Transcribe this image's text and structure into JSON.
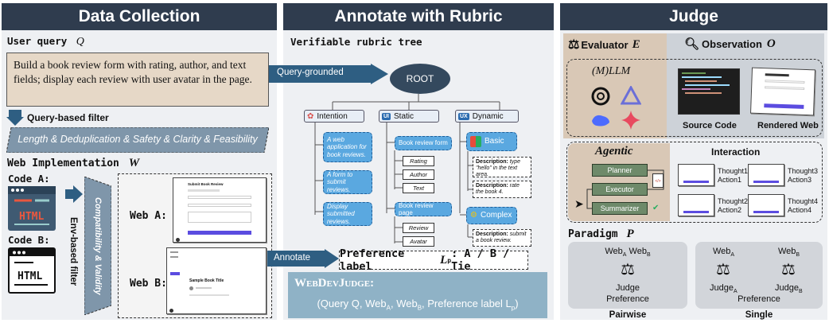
{
  "collection": {
    "title": "Data Collection",
    "user_query_label": "User query",
    "user_query_symbol": "Q",
    "query_text": "Build a book review form with rating, author, and text fields; display each review with user avatar in the page.",
    "filter_label": "Query-based filter",
    "filter_text": "Length & Deduplication & Safety & Clarity & Feasibility",
    "web_impl_label": "Web Implementation",
    "web_impl_symbol": "W",
    "code_a": "Code A:",
    "code_b": "Code B:",
    "env_filter": "Env-based filter",
    "compat": "Compatibility & Validity",
    "web_a": "Web A:",
    "web_b": "Web B:",
    "web_a_thumb_title": "Submit Book Review",
    "web_b_thumb_title": "Sample Book Title"
  },
  "rubric": {
    "title": "Annotate with Rubric",
    "subtitle": "Verifiable rubric tree",
    "query_grounded": "Query-grounded",
    "root": "ROOT",
    "intention": "Intention",
    "static": "Static",
    "dynamic": "Dynamic",
    "int_items": [
      "A web application for book reviews.",
      "A form to submit reviews.",
      "Display submitted reviews."
    ],
    "static_form": "Book review form",
    "static_form_leaves": [
      "Rating",
      "Author",
      "Text"
    ],
    "static_page": "Book review page",
    "static_page_leaves": [
      "Review",
      "Avatar"
    ],
    "basic": "Basic",
    "complex": "Complex",
    "desc_label": "Description:",
    "desc1": "type \"hello\" in the text area.",
    "desc2": "rate the book 4.",
    "desc3": "submit a book review.",
    "annotate": "Annotate",
    "pref_label": "Preference label",
    "pref_symbol": "L",
    "pref_sub": "p",
    "pref_values": ": A / B / Tie",
    "webdev": "WebDevJudge:",
    "tuple": "(Query Q, Web",
    "tuple_sub_a": "A",
    "tuple_mid": ", Web",
    "tuple_sub_b": "B",
    "tuple_end": ", Preference label L",
    "tuple_sub_p": "p",
    "tuple_close": ")"
  },
  "judge": {
    "title": "Judge",
    "evaluator": "Evaluator",
    "evaluator_symbol": "E",
    "observation": "Observation",
    "observation_symbol": "O",
    "mllm": "(M)LLM",
    "source_code": "Source Code",
    "rendered_web": "Rendered Web",
    "agentic": "Agentic",
    "interaction": "Interaction",
    "planner": "Planner",
    "executor": "Executor",
    "summarizer": "Summarizer",
    "thoughts": [
      "Thought1",
      "Thought2",
      "Thought3",
      "Thought4"
    ],
    "actions": [
      "Action1",
      "Action2",
      "Action3",
      "Action4"
    ],
    "paradigm": "Paradigm",
    "paradigm_symbol": "P",
    "web": "Web",
    "sub_a": "A",
    "sub_b": "B",
    "judge_word": "Judge",
    "preference": "Preference",
    "pairwise": "Pairwise",
    "single": "Single"
  },
  "colors": {
    "header": "#2f3c4e",
    "panel": "#eef0f3",
    "query_box": "#e6d8c7",
    "arrow_blue": "#2e5e82",
    "node_blue": "#5aa8e0",
    "evaluator_bg": "#d9c8b6",
    "webdev_bg": "#8fb2c6"
  },
  "icons": [
    "scales-icon",
    "magnifier-icon",
    "openai-logo-icon",
    "claude-logo-icon",
    "deepseek-logo-icon",
    "gemini-logo-icon",
    "html-code-icon",
    "palette-icon",
    "cursor-icon"
  ]
}
